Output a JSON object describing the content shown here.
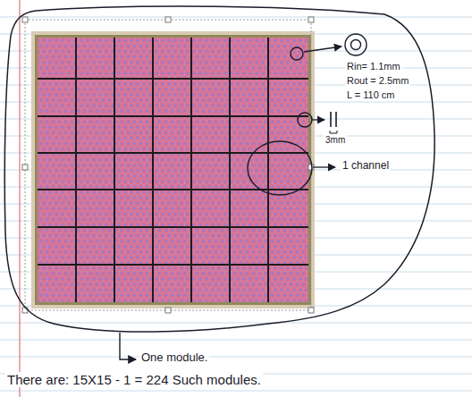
{
  "diagram": {
    "labels": [
      "Rin= 1.1mm",
      "Rout = 2.5mm",
      "L = 110 cm",
      "3mm",
      "1 channel",
      "One module.",
      "There are: 15X15 - 1 = 224 Such modules."
    ]
  }
}
